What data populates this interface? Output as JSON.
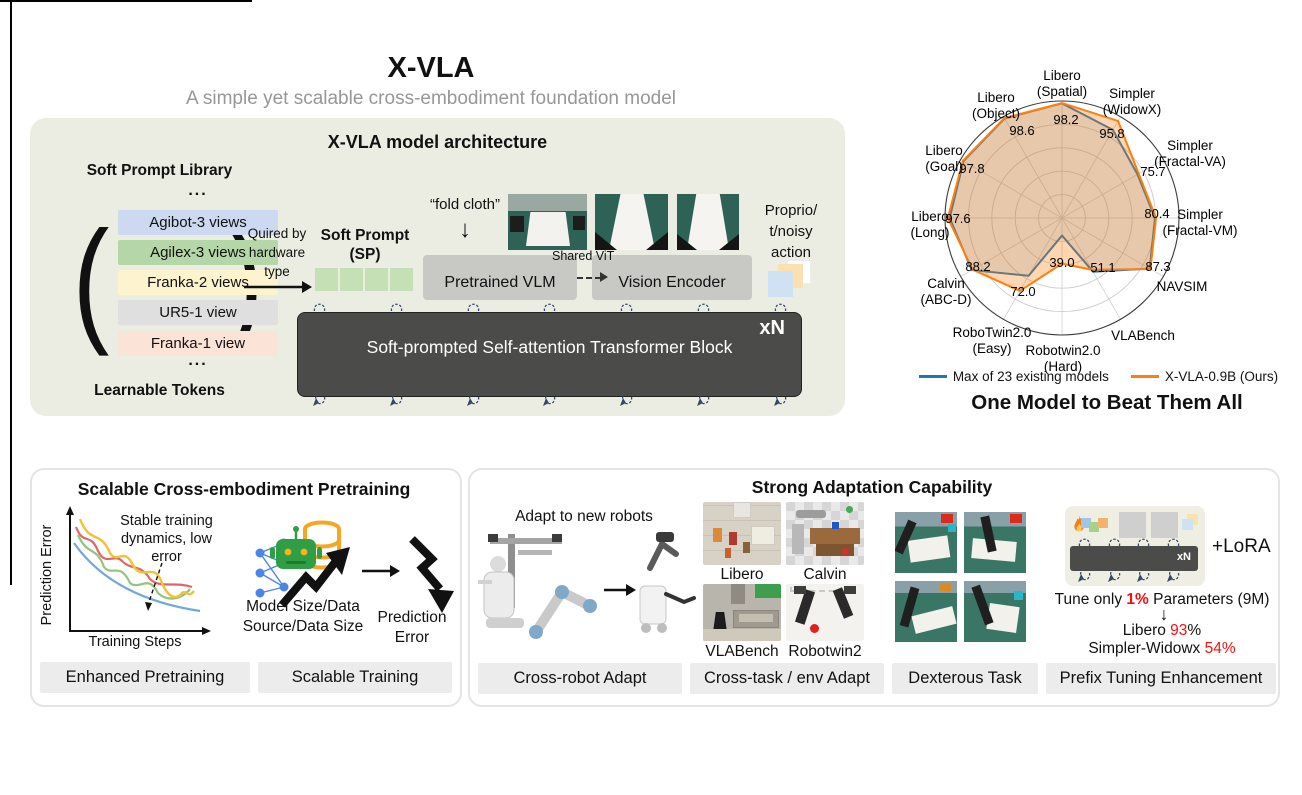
{
  "page": {
    "title": "X-VLA",
    "subtitle": "A simple yet scalable cross-embodiment foundation model"
  },
  "architecture": {
    "title": "X-VLA model architecture",
    "library_title": "Soft Prompt Library",
    "ellipsis": "...",
    "items": [
      {
        "label": "Agibot-3 views",
        "color": "#ccd9f0"
      },
      {
        "label": "Agilex-3 views",
        "color": "#b5d6a6"
      },
      {
        "label": "Franka-2 views",
        "color": "#fdf3cf"
      },
      {
        "label": "UR5-1 view",
        "color": "#dfdfdf"
      },
      {
        "label": "Franka-1 view",
        "color": "#fce3d7"
      }
    ],
    "library_caption": "Learnable Tokens",
    "query_lines": [
      "Quired by",
      "hardware",
      "type"
    ],
    "soft_prompt_line1": "Soft Prompt",
    "soft_prompt_line2": "(SP)",
    "instruction": "“fold cloth”",
    "down_arrow_icon": "↓",
    "vlm_label": "Pretrained VLM",
    "shared_vit_label": "Shared ViT",
    "vision_encoder_label": "Vision Encoder",
    "proprio_lines": [
      "Proprio/",
      "t/noisy",
      "action"
    ],
    "transformer_label": "Soft-prompted Self-attention Transformer Block",
    "repeat_label": "xN"
  },
  "chart_data": {
    "type": "radar",
    "categories": [
      "Libero (Spatial)",
      "Simpler (WidowX)",
      "Simpler (Fractal-VA)",
      "Simpler (Fractal-VM)",
      "NAVSIM",
      "VLABench",
      "Robotwin2.0 (Hard)",
      "RoboTwin2.0 (Easy)",
      "Calvin (ABC-D)",
      "Libero (Long)",
      "Libero (Goal)",
      "Libero (Object)"
    ],
    "category_lines": [
      [
        "Libero",
        "(Spatial)"
      ],
      [
        "Simpler",
        "(WidowX)"
      ],
      [
        "Simpler",
        "(Fractal-VA)"
      ],
      [
        "Simpler",
        "(Fractal-VM)"
      ],
      [
        "NAVSIM"
      ],
      [
        "VLABench"
      ],
      [
        "Robotwin2.0",
        "(Hard)"
      ],
      [
        "RoboTwin2.0",
        "(Easy)"
      ],
      [
        "Calvin",
        "(ABC-D)"
      ],
      [
        "Libero",
        "(Long)"
      ],
      [
        "Libero",
        "(Goal)"
      ],
      [
        "Libero",
        "(Object)"
      ]
    ],
    "series": [
      {
        "name": "Max of 23 existing models",
        "color": "#1f77b4",
        "fill_opacity": 0.15,
        "values": [
          98.0,
          87.0,
          74.5,
          79.5,
          86.5,
          53.0,
          15.0,
          57.0,
          89.0,
          96.0,
          97.2,
          98.2
        ]
      },
      {
        "name": "X-VLA-0.9B (Ours)",
        "color": "#ff7f0e",
        "fill_opacity": 0.32,
        "values": [
          98.2,
          95.8,
          75.7,
          80.4,
          87.3,
          51.1,
          39.0,
          72.0,
          88.2,
          97.6,
          97.8,
          98.6
        ]
      }
    ],
    "value_labels": [
      "98.2",
      "95.8",
      "75.7",
      "80.4",
      "87.3",
      "51.1",
      "39.0",
      "72.0",
      "88.2",
      "97.6",
      "97.8",
      "98.6"
    ],
    "rmin": 0,
    "rmax": 100,
    "ring_step": 20,
    "grid": true,
    "legend_position": "bottom",
    "caption": "One Model to Beat Them All"
  },
  "pretraining": {
    "title": "Scalable Cross-embodiment Pretraining",
    "ylabel": "Prediction Error",
    "xlabel": "Training Steps",
    "annotation_lines": [
      "Stable training",
      "dynamics, low",
      "error"
    ],
    "model_lines": [
      "Model Size/Data",
      "Source/Data Size"
    ],
    "error_lines": [
      "Prediction",
      "Error"
    ],
    "captions": [
      "Enhanced Pretraining",
      "Scalable Training"
    ]
  },
  "adaptation": {
    "title": "Strong Adaptation Capability",
    "adapt_label": "Adapt to new robots",
    "sim_labels": [
      "Libero",
      "Calvin",
      "VLABench",
      "Robotwin2"
    ],
    "lora_label": "+LoRA",
    "repeat_label": "xN",
    "down_arrow_icon": "↓",
    "tune": {
      "pre": "Tune only ",
      "hl": "1%",
      "post": " Parameters (9M)"
    },
    "libero_result": {
      "pre": "Libero ",
      "hl": "93",
      "post": "%"
    },
    "widowx_result": {
      "pre": "Simpler-Widowx ",
      "hl": "54%",
      "post": ""
    },
    "captions": [
      "Cross-robot Adapt",
      "Cross-task / env Adapt",
      "Dexterous Task",
      "Prefix Tuning Enhancement"
    ]
  },
  "colors": {
    "highlight_red": "#f21111",
    "legend_blue": "#1f77b4",
    "legend_orange": "#ff7f0e"
  }
}
